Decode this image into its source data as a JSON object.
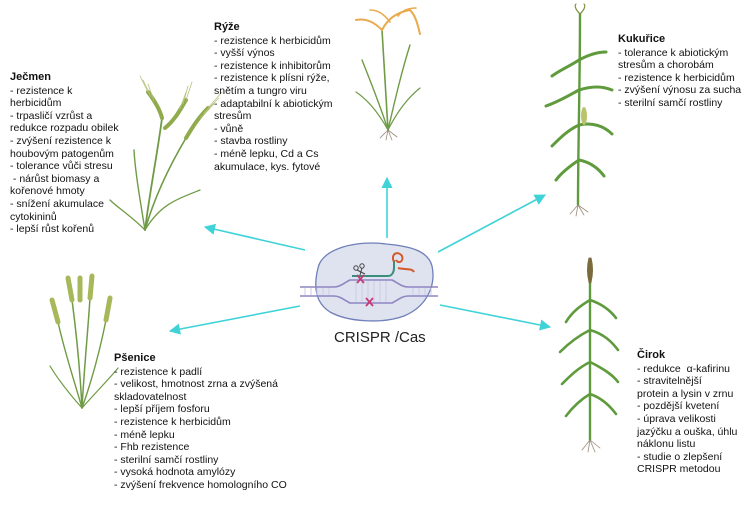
{
  "center": {
    "label": "CRISPR /Cas"
  },
  "crops": [
    {
      "key": "jecmen",
      "name": "Ječmen",
      "items": [
        "- rezistence k",
        "herbicidům",
        "- trpasličí vzrůst a",
        "redukce rozpadu obilek",
        "- zvýšení rezistence k",
        "houbovým patogenům",
        "- tolerance vůči stresu",
        " - nárůst biomasy a",
        "kořenové hmoty",
        "- snížení akumulace",
        "cytokininů",
        "- lepší růst kořenů"
      ]
    },
    {
      "key": "ryze",
      "name": "Rýže",
      "items": [
        "- rezistence k herbicidům",
        "- vyšší výnos",
        "- rezistence k inhibitorům",
        "- rezistence k plísni rýže,",
        "snětím a tungro viru",
        "- adaptabilní k abiotickým",
        "stresům",
        "- vůně",
        "- stavba rostliny",
        "- méně lepku, Cd a Cs",
        "akumulace, kys. fytové"
      ]
    },
    {
      "key": "kukurice",
      "name": "Kukuřice",
      "items": [
        "- tolerance k abiotickým",
        "stresům a chorobám",
        "- rezistence k herbicidům",
        "- zvýšení výnosu za sucha",
        "- sterilní samčí rostliny"
      ]
    },
    {
      "key": "psenice",
      "name": "Pšenice",
      "items": [
        "- rezistence k padlí",
        "- velikost, hmotnost zrna a zvýšená",
        "skladovatelnost",
        "- lepší příjem fosforu",
        "- rezistence k herbicidům",
        "- méně lepku",
        "- Fhb rezistence",
        "- sterilní samčí rostliny",
        "- vysoká hodnota amylózy",
        "- zvýšení frekvence homologního CO"
      ]
    },
    {
      "key": "cirok",
      "name": "Čirok",
      "items": [
        "- redukce  α-kafirinu",
        "- stravitelnější",
        "protein a lysin v zrnu",
        "- pozdější kvetení",
        "- úprava velikosti",
        "jazýčku a ouška, úhlu",
        "náklonu listu",
        "- studie o zlepšení",
        "CRISPR metodou"
      ]
    }
  ],
  "colors": {
    "arrow": "#3fd3d8",
    "cell_fill": "#dfe3f0",
    "cell_stroke": "#6f7fb8",
    "dna_strand": "#8e86c2",
    "dna_rungs": "#cfcbe6",
    "guide_rna": "#3a8f7c",
    "cut_mark": "#c63a78",
    "loop": "#d4582a",
    "plant_green": "#5f9b3c",
    "wheat_gold": "#a6b85a",
    "rice_gold": "#e9a94d",
    "root": "#9b8b7a"
  }
}
